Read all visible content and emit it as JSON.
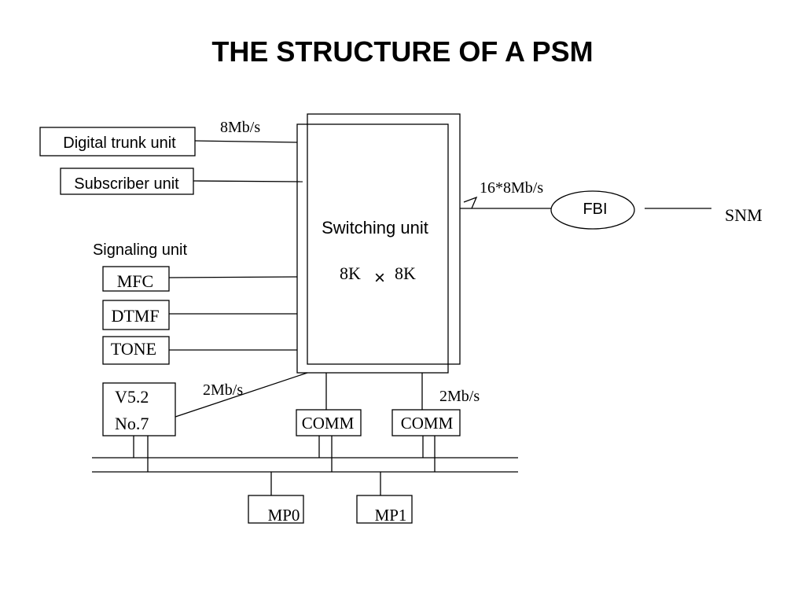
{
  "title": "THE STRUCTURE  OF A PSM",
  "labels": {
    "digital_trunk_unit": "Digital trunk unit",
    "subscriber_unit": "Subscriber unit",
    "signaling_unit": "Signaling unit",
    "mfc": "MFC",
    "dtmf": "DTMF",
    "tone": "TONE",
    "v52": "V5.2",
    "no7": "No.7",
    "switching_unit": "Switching unit",
    "switching_capacity_left": "8K",
    "switching_capacity_sep": "×",
    "switching_capacity_right": "8K",
    "fbi": "FBI",
    "snm": "SNM",
    "comm_left": "COMM",
    "comm_right": "COMM",
    "mp0": "MP0",
    "mp1": "MP1"
  },
  "link_rates": {
    "trunk_link": "8Mb/s",
    "fbi_link": "16*8Mb/s",
    "v52_link": "2Mb/s",
    "comm_link": "2Mb/s"
  },
  "colors": {
    "line": "#000000",
    "background": "#ffffff"
  }
}
